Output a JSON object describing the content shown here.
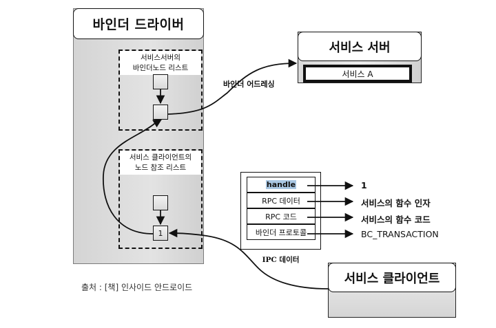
{
  "binder_driver": {
    "title": "바인더 드라이버",
    "server_list_label_line1": "서비스서버의",
    "server_list_label_line2": "바인더노드 리스트",
    "client_list_label_line1": "서비스 클라이언트의",
    "client_list_label_line2": "노드 참조 리스트",
    "client_ref_node_value": "1"
  },
  "service_server": {
    "title": "서비스 서버",
    "service_item": "서비스 A"
  },
  "binder_addressing_label": "바인더 어드레싱",
  "ipc_data": {
    "caption": "IPC 데이터",
    "rows": [
      {
        "field": "handle",
        "maps_to": "1",
        "highlighted": true
      },
      {
        "field": "RPC 데이터",
        "maps_to": "서비스의 함수 인자"
      },
      {
        "field": "RPC 코드",
        "maps_to": "서비스의 함수 코드"
      },
      {
        "field": "바인더 프로토콜",
        "maps_to": "BC_TRANSACTION"
      }
    ]
  },
  "service_client": {
    "title": "서비스 클라이언트"
  },
  "source_caption": "출처 : [책] 인사이드 안드로이드",
  "colors": {
    "highlight": "#a9c7e3",
    "panel_gray": "#d9d9d9",
    "stroke": "#111111"
  }
}
